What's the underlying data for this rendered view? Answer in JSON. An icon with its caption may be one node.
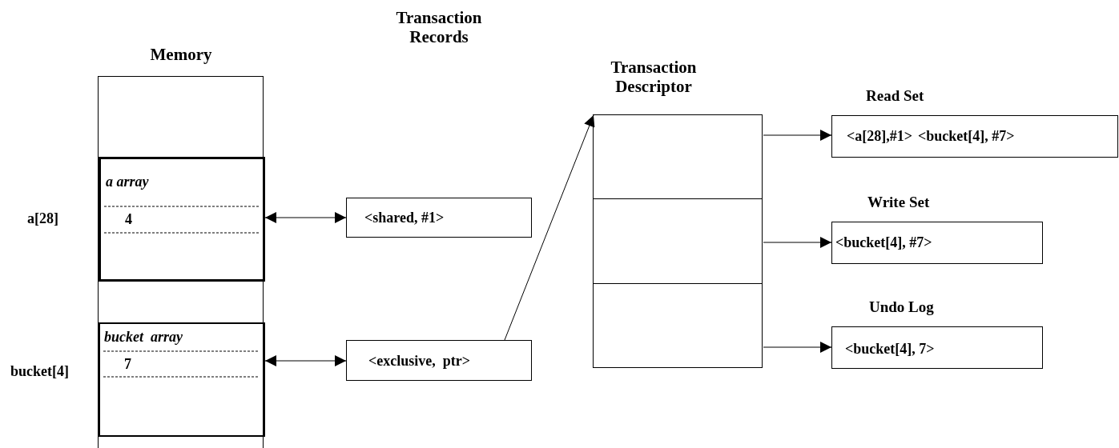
{
  "diagram": {
    "nodes": [
      {
        "text": [
          "Memory"
        ]
      },
      {
        "text": [
          "a array",
          "4"
        ],
        "in": 0,
        "beside": [
          "a[28]"
        ]
      },
      {
        "text": [
          "bucket  array",
          "7"
        ],
        "in": 0,
        "beside": [
          "bucket[4]"
        ]
      },
      {
        "text": [
          "<shared, #1>"
        ]
      },
      {
        "text": [
          "<exclusive,  ptr>"
        ]
      },
      {
        "text": [
          "Transaction Descriptor"
        ]
      },
      {
        "text": [],
        "shape": "box",
        "in": 5
      },
      {
        "text": [],
        "shape": "box",
        "in": 5
      },
      {
        "text": [],
        "shape": "box",
        "in": 5
      },
      {
        "text": [
          "Read Set",
          "<a[28],#1>",
          "<bucket[4], #7>"
        ]
      },
      {
        "text": [
          "Write Set",
          "<bucket[4], #7>"
        ]
      },
      {
        "text": [
          "Undo Log",
          "<bucket[4], 7>"
        ]
      }
    ],
    "edges": [
      {
        "from": 1,
        "to": 3,
        "arrow": "both"
      },
      {
        "from": 2,
        "to": 4,
        "arrow": "both"
      },
      {
        "from": 4,
        "to": 5,
        "arrow": "to"
      },
      {
        "from": 6,
        "to": 9,
        "arrow": "to"
      },
      {
        "from": 7,
        "to": 10,
        "arrow": "to"
      },
      {
        "from": 8,
        "to": 11,
        "arrow": "to"
      }
    ],
    "labels": [
      "Transaction Records"
    ]
  }
}
